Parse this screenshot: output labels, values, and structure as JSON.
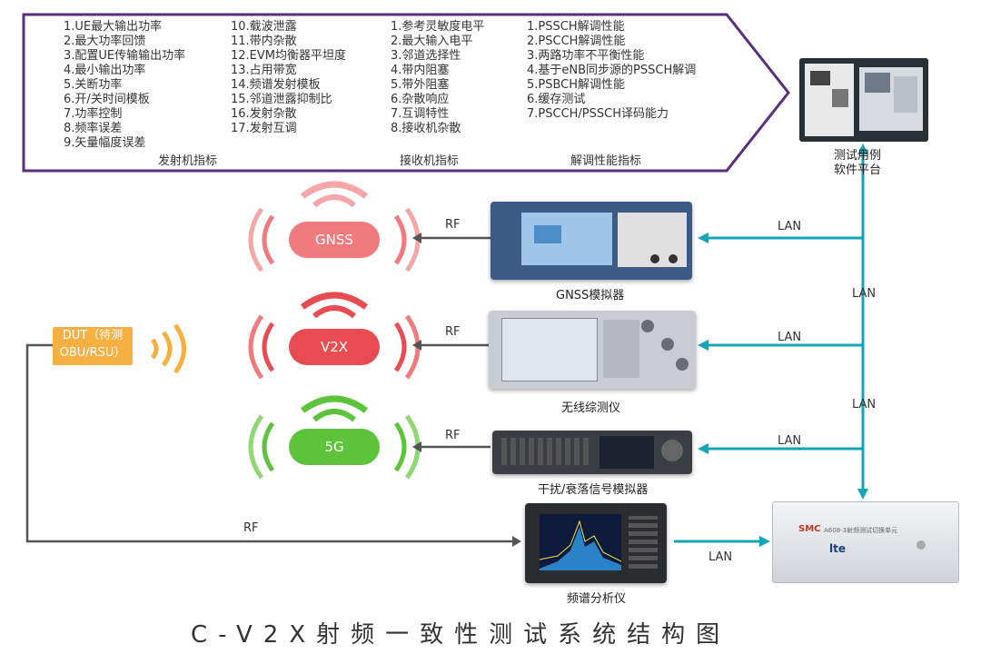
{
  "indicators": {
    "tx_col1": [
      "1.UE最大输出功率",
      "2.最大功率回馈",
      "3.配置UE传输输出功率",
      "4.最小输出功率",
      "5.关断功率",
      "6.开/关时间模板",
      "7.功率控制",
      "8.频率误差",
      "9.矢量幅度误差"
    ],
    "tx_col2": [
      "10.载波泄露",
      "11.带内杂散",
      "12.EVM均衡器平坦度",
      "13.占用带宽",
      "14.频谱发射模板",
      "15.邻道泄露抑制比",
      "16.发射杂散",
      "17.发射互调"
    ],
    "rx_col": [
      "1.参考灵敏度电平",
      "2.最大输入电平",
      "3.邻道选择性",
      "4.带内阻塞",
      "5.带外阻塞",
      "6.杂散响应",
      "7.互调特性",
      "8.接收机杂散"
    ],
    "demod_col": [
      "1.PSSCH解调性能",
      "2.PSCCH解调性能",
      "3.两路功率不平衡性能",
      "4.基于eNB同步源的PSSCH解调",
      "5.PSBCH解调性能",
      "6.缓存测试",
      "7.PSCCH/PSSCH译码能力"
    ],
    "tx_label": "发射机指标",
    "rx_label": "接收机指标",
    "demod_label": "解调性能指标"
  },
  "platform_label": "测试用例\n软件平台",
  "signals": {
    "gnss": "GNSS",
    "v2x": "V2X",
    "fiveg": "5G"
  },
  "dut_label": "DUT（待测\nOBU/RSU）",
  "instruments": {
    "gnss_sim": "GNSS模拟器",
    "wireless_tester": "无线综测仪",
    "fading_sim": "干扰/衰落信号模拟器",
    "spectrum_analyzer": "频谱分析仪"
  },
  "switch_unit": {
    "brand": "SMC",
    "model": "A608-3射频测试切换单元",
    "logo": "lte"
  },
  "links": {
    "rf": "RF",
    "lan": "LAN"
  },
  "title": "C-V2X射频一致性测试系统结构图",
  "colors": {
    "purple": "#5b2d7e",
    "teal": "#12a5b8",
    "gnss": "#f07a7e",
    "v2x": "#e84c52",
    "fiveg": "#5cc43a",
    "dut": "#f5b041"
  }
}
